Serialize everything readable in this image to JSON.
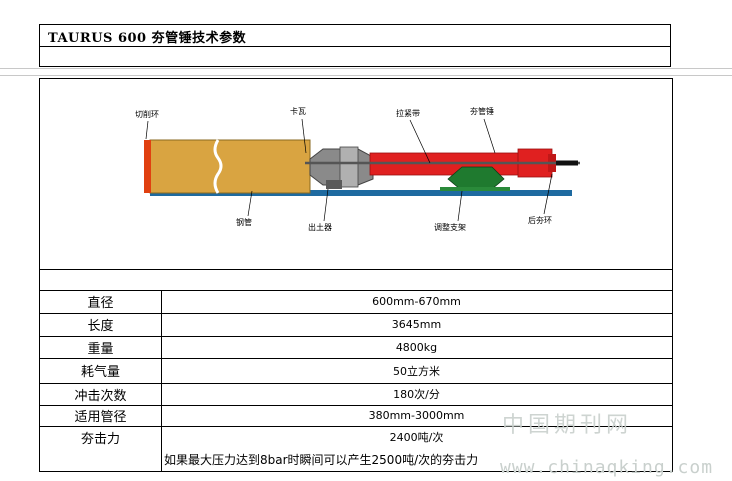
{
  "header": {
    "title": "TAURUS 600 夯管锤技术参数"
  },
  "diagram": {
    "labels": {
      "cutting_ring": "切削环",
      "clamp": "卡瓦",
      "tension_belt": "拉紧带",
      "hammer": "夯管锤",
      "steel_pipe": "钢管",
      "soil_outlet": "出土器",
      "adjust_stand": "调整支架",
      "rear_ring": "后夯环"
    },
    "colors": {
      "pipe": "#d9a441",
      "cutting_ring": "#e04010",
      "hammer": "#e02020",
      "base": "#1e6aa0",
      "stand": "#1f7a2f",
      "clamp": "#909090"
    }
  },
  "specs": [
    {
      "label": "直径",
      "value": "600mm-670mm"
    },
    {
      "label": "长度",
      "value": "3645mm"
    },
    {
      "label": "重量",
      "value": "4800kg"
    },
    {
      "label": "耗气量",
      "value": "50立方米"
    },
    {
      "label": "冲击次数",
      "value": "180次/分"
    },
    {
      "label": "适用管径",
      "value": "380mm-3000mm"
    },
    {
      "label": "夯击力",
      "value": "2400吨/次"
    }
  ],
  "note": "如果最大压力达到8bar时瞬间可以产生2500吨/次的夯击力",
  "watermark": {
    "cn": "中国期刊网",
    "url": "www.chinaqking.com"
  }
}
